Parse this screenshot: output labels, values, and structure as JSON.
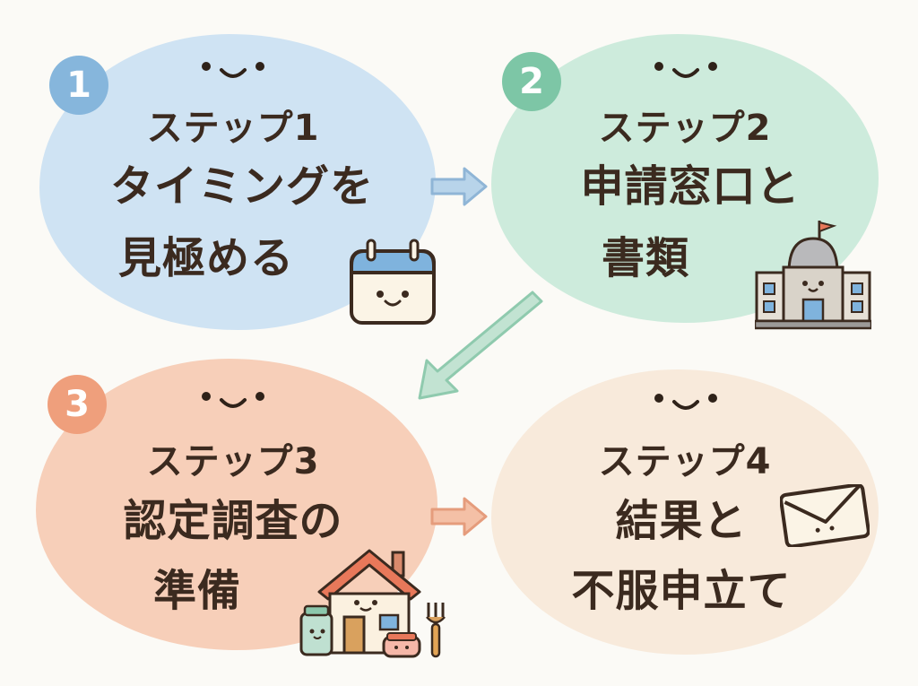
{
  "steps": [
    {
      "number": "1",
      "label": "ステップ1",
      "title_line1": "タイミングを",
      "title_line2": "見極める",
      "icon": "calendar-icon",
      "color": "#cfe3f3"
    },
    {
      "number": "2",
      "label": "ステップ2",
      "title_line1": "申請窓口と",
      "title_line2": "書類",
      "icon": "government-building-icon",
      "color": "#cdebdc"
    },
    {
      "number": "3",
      "label": "ステップ3",
      "title_line1": "認定調査の",
      "title_line2": "準備",
      "icon": "house-icon",
      "color": "#f7cfb9"
    },
    {
      "number": "",
      "label": "ステップ4",
      "title_line1": "結果と",
      "title_line2": "不服申立て",
      "icon": "envelope-icon",
      "color": "#f8eadb"
    }
  ]
}
